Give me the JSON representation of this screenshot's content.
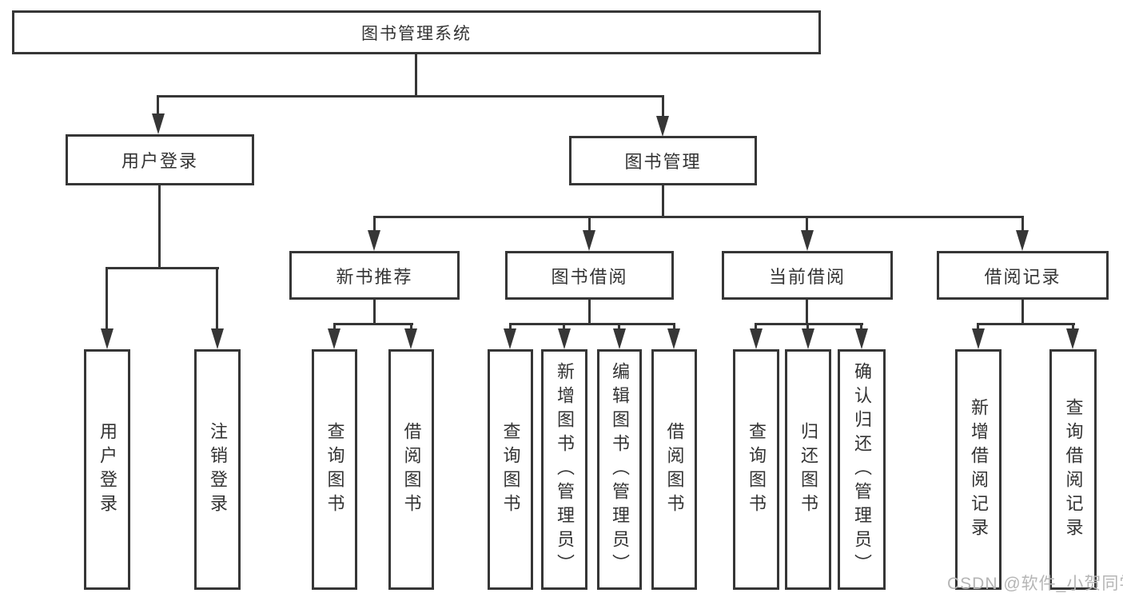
{
  "diagram": {
    "title": "图书管理系统",
    "type": "function-structure-tree",
    "colors": {
      "line": "#363636",
      "text": "#333333",
      "background": "#ffffff",
      "watermark": "#b5b5b5"
    },
    "watermark": {
      "text": "CSDN @软件_小贺同学"
    }
  },
  "tree": {
    "label": "图书管理系统",
    "children": [
      {
        "label": "用户登录",
        "children": [
          {
            "label": "用户登录"
          },
          {
            "label": "注销登录"
          }
        ]
      },
      {
        "label": "图书管理",
        "children": [
          {
            "label": "新书推荐",
            "children": [
              {
                "label": "查询图书"
              },
              {
                "label": "借阅图书"
              }
            ]
          },
          {
            "label": "图书借阅",
            "children": [
              {
                "label": "查询图书"
              },
              {
                "label": "新增图书（管理员）"
              },
              {
                "label": "编辑图书（管理员）"
              },
              {
                "label": "借阅图书"
              }
            ]
          },
          {
            "label": "当前借阅",
            "children": [
              {
                "label": "查询图书"
              },
              {
                "label": "归还图书"
              },
              {
                "label": "确认归还（管理员）"
              }
            ]
          },
          {
            "label": "借阅记录",
            "children": [
              {
                "label": "新增借阅记录"
              },
              {
                "label": "查询借阅记录"
              }
            ]
          }
        ]
      }
    ]
  }
}
